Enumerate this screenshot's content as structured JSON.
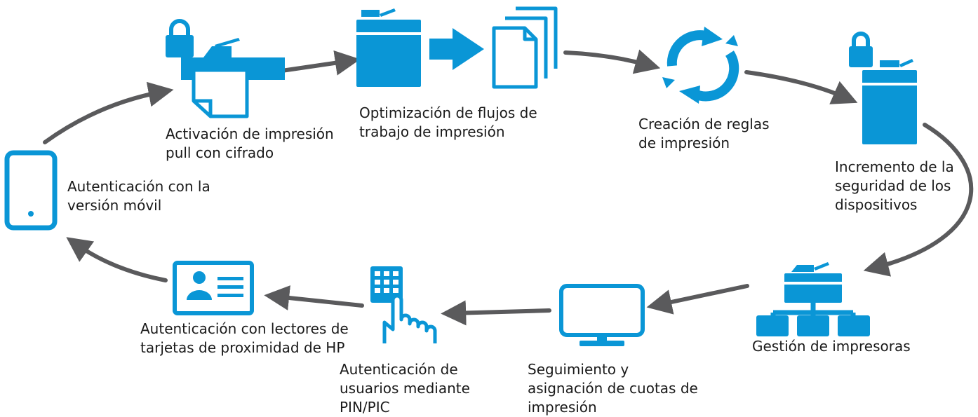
{
  "colors": {
    "icon": "#0a96d6",
    "arrow": "#5a5a5c",
    "text": "#1a1a1a"
  },
  "steps": [
    {
      "icon": "locked-printer-icon",
      "lines": [
        "Activación de impresión",
        "pull con cifrado"
      ]
    },
    {
      "icon": "workflow-documents-icon",
      "lines": [
        "Optimización de flujos de",
        "trabajo de impresión"
      ]
    },
    {
      "icon": "refresh-cycle-icon",
      "lines": [
        "Creación de reglas",
        "de impresión"
      ]
    },
    {
      "icon": "locked-device-icon",
      "lines": [
        "Incremento de la",
        "seguridad de los",
        "dispositivos"
      ]
    },
    {
      "icon": "printer-network-icon",
      "lines": [
        "Gestión de impresoras"
      ]
    },
    {
      "icon": "monitor-icon",
      "lines": [
        "Seguimiento y",
        "asignación de cuotas de",
        "impresión"
      ]
    },
    {
      "icon": "keypad-hand-icon",
      "lines": [
        "Autenticación de",
        "usuarios mediante",
        "PIN/PIC"
      ]
    },
    {
      "icon": "proximity-card-icon",
      "lines": [
        "Autenticación con lectores de",
        "tarjetas de proximidad de HP"
      ]
    },
    {
      "icon": "mobile-phone-icon",
      "lines": [
        "Autenticación con la",
        "versión móvil"
      ]
    }
  ]
}
